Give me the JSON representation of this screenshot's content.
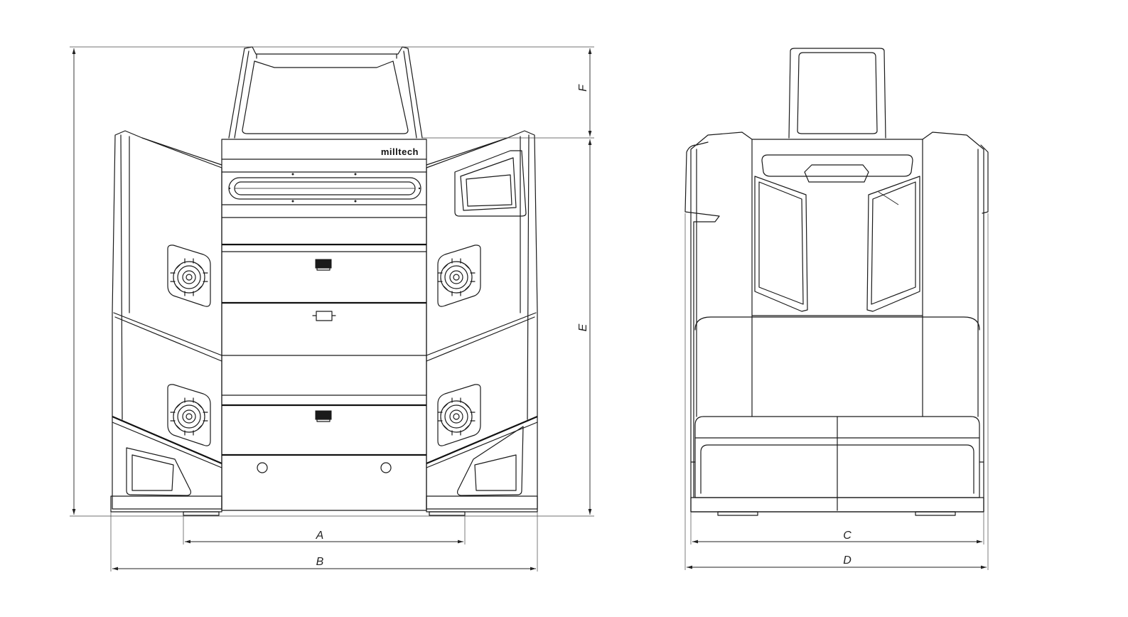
{
  "brand_label": "milltech",
  "dimension_labels": {
    "a": "A",
    "b": "B",
    "c": "C",
    "d": "D",
    "e": "E",
    "f": "F"
  },
  "icons": {
    "wheel": "cable-gland-wheel-icon",
    "handle": "handle-icon",
    "arrow": "dimension-arrow-icon"
  },
  "colors": {
    "line": "#1a1a1a",
    "background": "#ffffff"
  }
}
